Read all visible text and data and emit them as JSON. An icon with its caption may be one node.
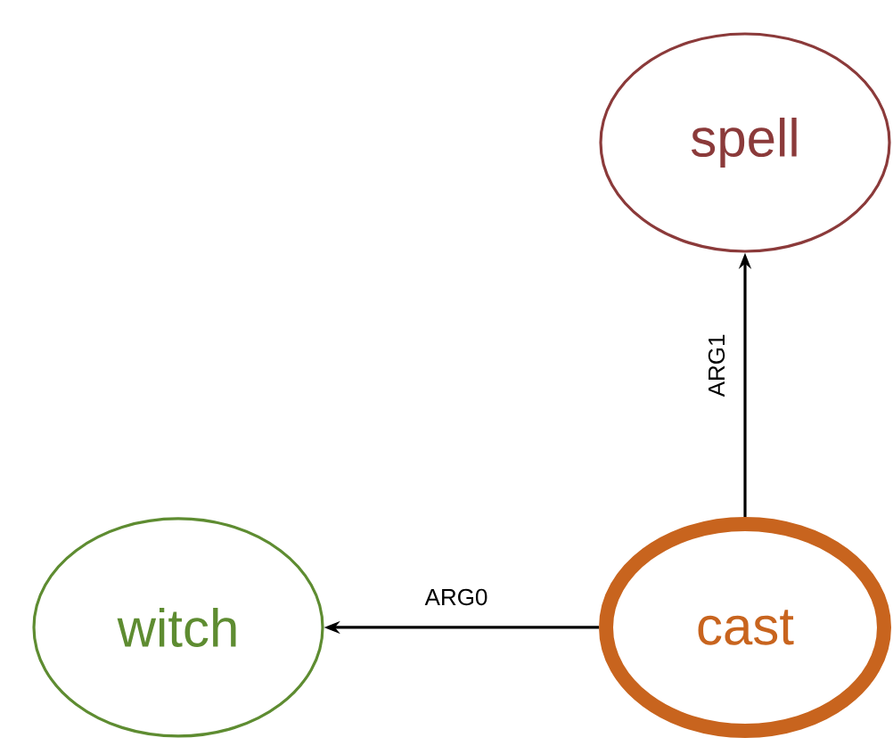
{
  "diagram": {
    "nodes": [
      {
        "text": [
          "spell"
        ]
      },
      {
        "text": [
          "witch"
        ]
      },
      {
        "text": [
          "cast"
        ]
      }
    ],
    "edges": [
      {
        "from": 2,
        "to": 0,
        "arrow": "to",
        "label": "ARG1"
      },
      {
        "from": 2,
        "to": 1,
        "arrow": "to",
        "label": "ARG0"
      }
    ]
  }
}
